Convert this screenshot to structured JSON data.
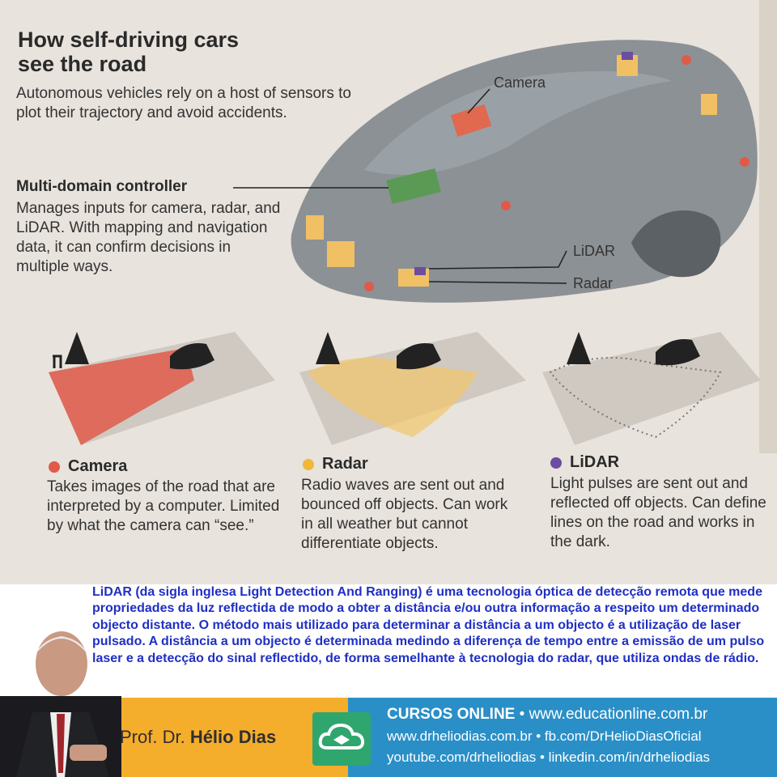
{
  "header": {
    "title": "How self-driving cars\nsee the road",
    "intro": "Autonomous vehicles rely on a host of sensors to plot their trajectory and avoid accidents."
  },
  "controller": {
    "title": "Multi-domain controller",
    "body": "Manages inputs for camera, radar, and LiDAR. With mapping and navigation data, it can confirm decisions in multiple ways."
  },
  "car_labels": {
    "camera": "Camera",
    "lidar": "LiDAR",
    "radar": "Radar"
  },
  "sections": [
    {
      "title": "Camera",
      "color": "#e05a4a",
      "body": "Takes images of the road that are interpreted by a computer. Limited by what the camera can “see.”"
    },
    {
      "title": "Radar",
      "color": "#f2b63a",
      "body": "Radio waves are sent out and bounced off objects. Can work in all weather but cannot differentiate objects."
    },
    {
      "title": "LiDAR",
      "color": "#6a4ea0",
      "body": "Light pulses are sent out and reflected off objects. Can define lines on the road and works in the dark."
    }
  ],
  "portuguese_text": "LiDAR (da sigla inglesa Light Detection And Ranging) é uma tecnologia óptica de detecção remota que mede propriedades da luz reflectida de modo a obter a distância e/ou outra informação a respeito um determinado objecto distante. O método mais utilizado para determinar a distância a um objecto é a utilização de laser pulsado. A distância a um objecto é determinada medindo a diferença de tempo entre a emissão de um pulso laser e a detecção do sinal reflectido, de forma semelhante à tecnologia do radar, que utiliza ondas de rádio.",
  "footer": {
    "prof_prefix": "Prof. Dr.",
    "prof_name": "Hélio Dias",
    "line1_bold": "CURSOS ONLINE",
    "line1_rest": " • www.educationline.com.br",
    "line2": "www.drheliodias.com.br • fb.com/DrHelioDiasOficial",
    "line3": "youtube.com/drheliodias • linkedin.com/in/drheliodias"
  }
}
